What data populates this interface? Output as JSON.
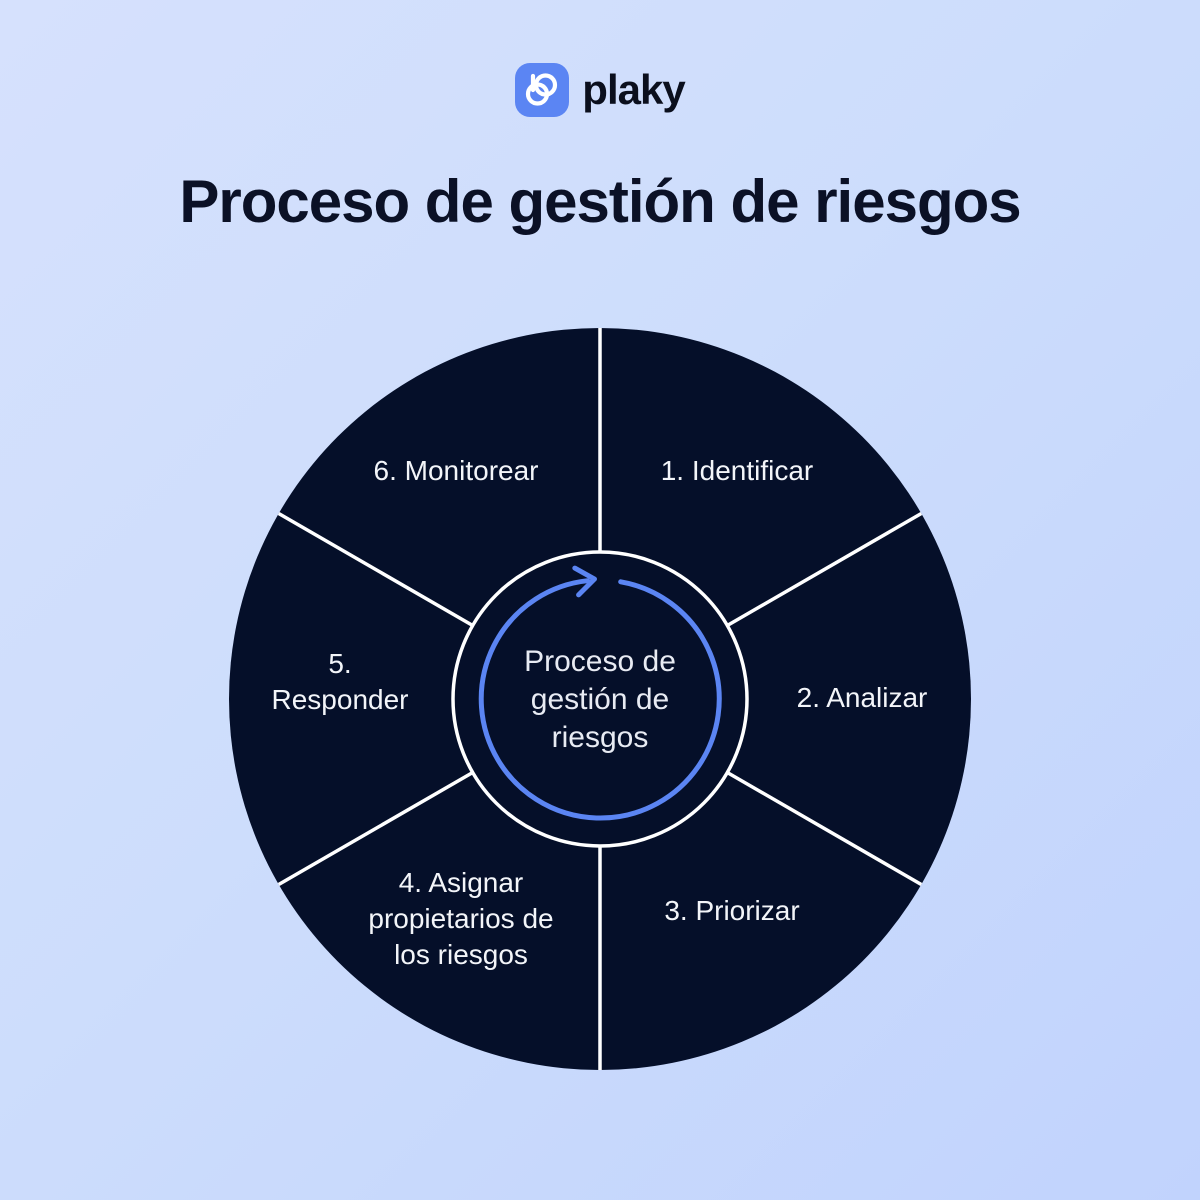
{
  "logo": {
    "name": "plaky",
    "icon": "plaky-logo-icon"
  },
  "title": "Proceso de gestión de riesgos",
  "wheel": {
    "center_label": "Proceso de\ngestión de\nriesgos",
    "cycle_icon": "circular-arrow-icon",
    "segments": [
      {
        "label": "1. Identificar"
      },
      {
        "label": "2. Analizar"
      },
      {
        "label": "3. Priorizar"
      },
      {
        "label": "4.  Asignar\npropietarios de\nlos riesgos"
      },
      {
        "label": "5.\nResponder"
      },
      {
        "label": "6. Monitorear"
      }
    ]
  },
  "colors": {
    "background_top": "#d6e1fd",
    "background_bottom": "#c1d3fd",
    "wheel_fill": "#050f29",
    "divider_white": "#ffffff",
    "accent_blue": "#5b85f3",
    "title_color": "#0b1126"
  }
}
